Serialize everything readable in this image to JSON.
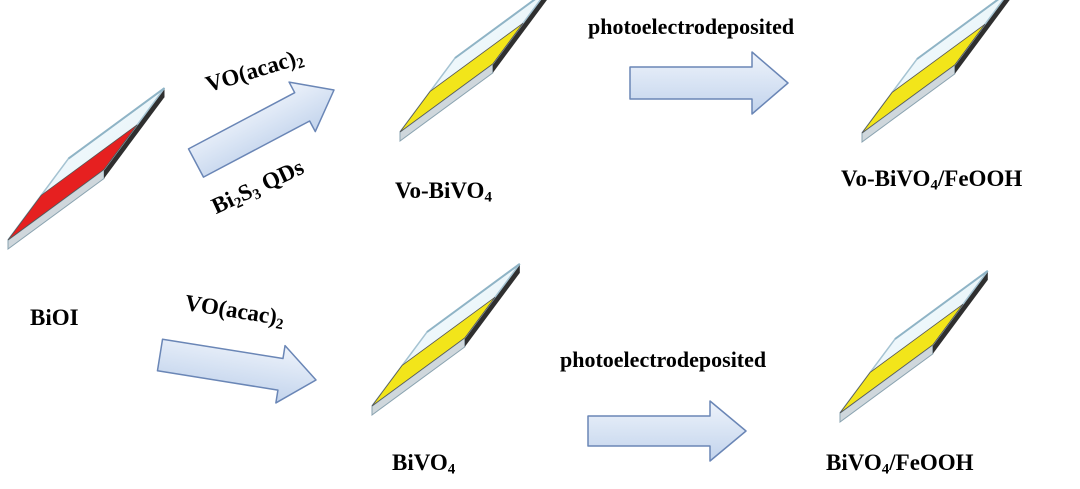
{
  "colors": {
    "bioi_film": "#e62020",
    "bivo4_film": "#f2e51a",
    "arrow_fill": "#d8e4f4",
    "arrow_stroke": "#6a86b6",
    "glass_top": "#edf7fb",
    "glass_edge": "#a5c3d2",
    "substrate_side": "#2f2f2f"
  },
  "samples": {
    "bioi": {
      "caption": "BiOI",
      "film": "red"
    },
    "vo_bivo4": {
      "caption_main": "Vo-BiVO",
      "caption_sub": "4",
      "film": "yellow"
    },
    "vo_bivo4_feooh": {
      "caption_main": "Vo-BiVO",
      "caption_sub": "4",
      "caption_tail": "/FeOOH",
      "film": "yellow"
    },
    "bivo4": {
      "caption_main": "BiVO",
      "caption_sub": "4",
      "film": "yellow"
    },
    "bivo4_feooh": {
      "caption_main": "BiVO",
      "caption_sub": "4",
      "caption_tail": "/FeOOH",
      "film": "yellow"
    }
  },
  "reagents": {
    "top_upper": {
      "main": "VO(acac)",
      "sub": "2"
    },
    "top_lower": {
      "p1": "Bi",
      "s1": "2",
      "p2": "S",
      "s2": "3",
      "p3": " QDs"
    },
    "bottom": {
      "main": "VO(acac)",
      "sub": "2"
    }
  },
  "process": {
    "top": "photoelectrodeposited",
    "bottom": "photoelectrodeposited"
  },
  "arrows": [
    "bioi-to-vo-bivo4",
    "vo-bivo4-to-vo-bivo4-feooh",
    "bioi-to-bivo4",
    "bivo4-to-bivo4-feooh"
  ]
}
